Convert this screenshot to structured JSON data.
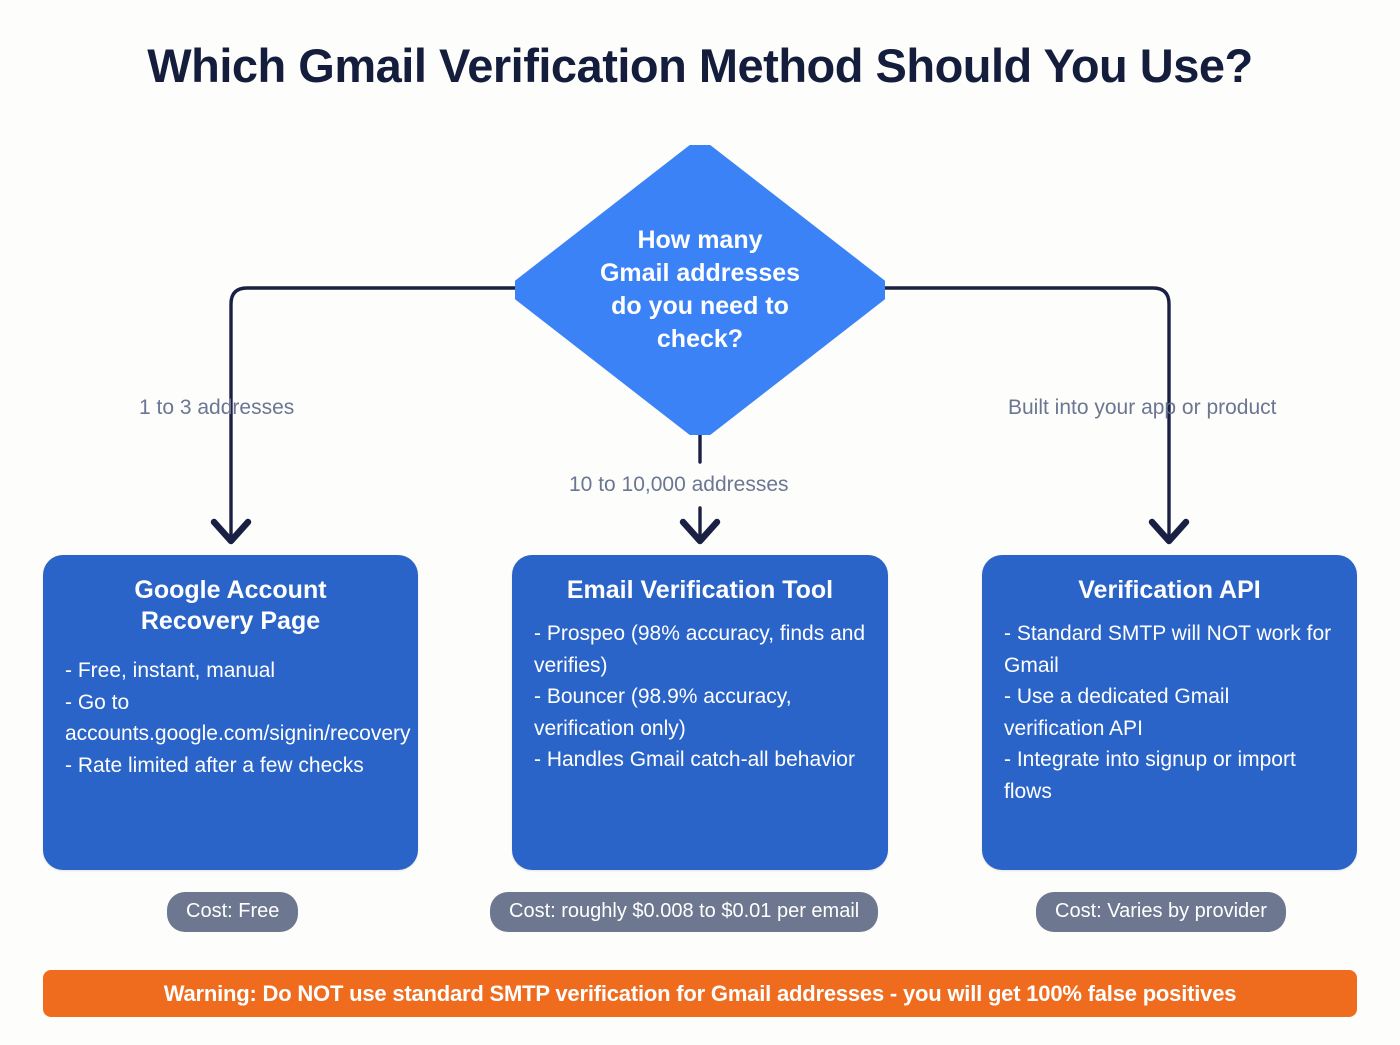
{
  "page": {
    "title": "Which Gmail Verification Method Should You Use?",
    "background_color": "#fdfdfb",
    "title_color": "#151d3d"
  },
  "colors": {
    "diamond_blue": "#3b82f6",
    "box_blue": "#2a64c8",
    "connector_navy": "#1a2044",
    "edge_label_gray": "#6b7693",
    "pill_gray": "#6d7890",
    "warning_orange": "#ef6c1f",
    "text_white": "#ffffff"
  },
  "decision": {
    "name": "how-many-gmail-addresses",
    "shape": "diamond",
    "lines": [
      "How many",
      "Gmail addresses",
      "do you need to",
      "check?"
    ]
  },
  "edges": [
    {
      "id": "left",
      "label": "1 to 3 addresses",
      "target": "box-recovery"
    },
    {
      "id": "middle",
      "label": "10 to 10,000 addresses",
      "target": "box-tool"
    },
    {
      "id": "right",
      "label": "Built into your app or product",
      "target": "box-api"
    }
  ],
  "outcomes": [
    {
      "id": "recovery",
      "title": "Google Account Recovery Page",
      "title_lines": [
        "Google Account",
        "Recovery Page"
      ],
      "bullets": [
        "- Free, instant, manual",
        "- Go to accounts.google.com/signin/recovery",
        "- Rate limited after a few checks"
      ],
      "cost": "Cost: Free"
    },
    {
      "id": "tool",
      "title": "Email Verification Tool",
      "title_lines": [
        "Email Verification Tool"
      ],
      "bullets": [
        "- Prospeo (98% accuracy, finds and verifies)",
        "- Bouncer (98.9% accuracy, verification only)",
        "- Handles Gmail catch-all behavior"
      ],
      "cost": "Cost: roughly $0.008 to $0.01 per email"
    },
    {
      "id": "api",
      "title": "Verification API",
      "title_lines": [
        "Verification API"
      ],
      "bullets": [
        "- Standard SMTP will NOT work for Gmail",
        "- Use a dedicated Gmail verification API",
        "- Integrate into signup or import flows"
      ],
      "cost": "Cost: Varies by provider"
    }
  ],
  "warning": {
    "text": "Warning: Do NOT use standard SMTP verification for Gmail addresses - you will get 100% false positives"
  }
}
